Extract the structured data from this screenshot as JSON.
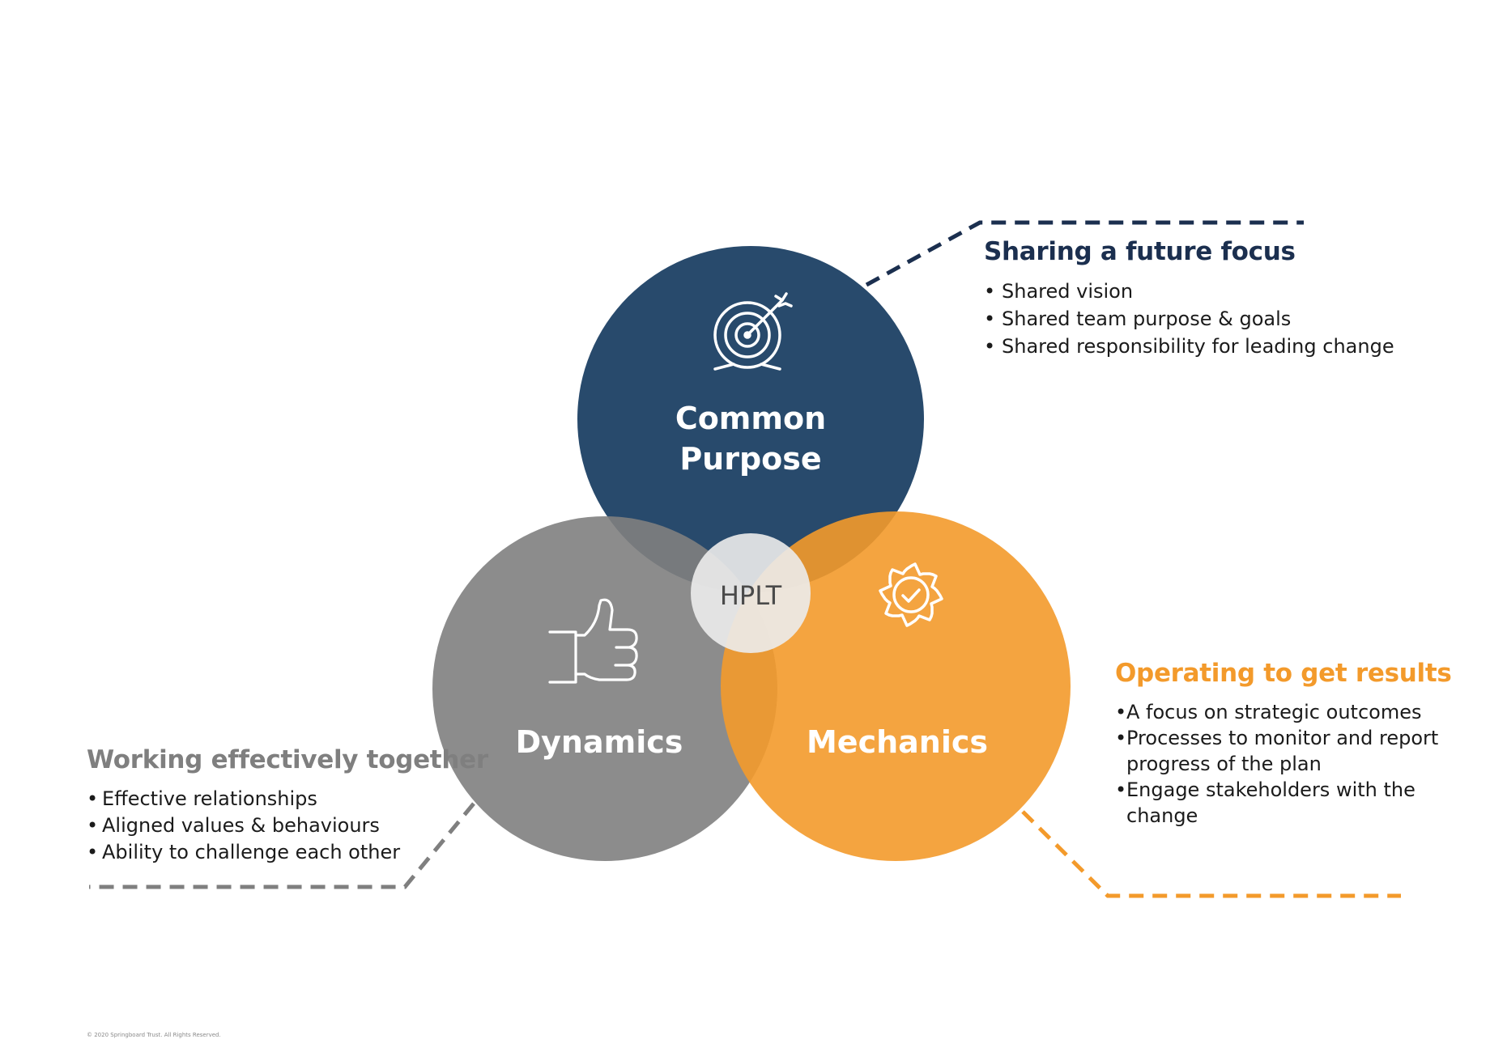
{
  "diagram": {
    "circles": {
      "purpose": {
        "line1": "Common",
        "line2": "Purpose",
        "color": "#1b3f63",
        "icon": "target-icon"
      },
      "dynamics": {
        "label": "Dynamics",
        "color": "#808080",
        "icon": "thumbs-up-icon"
      },
      "mechanics": {
        "label": "Mechanics",
        "color": "#f39a2b",
        "icon": "gear-check-icon"
      }
    },
    "center": {
      "label": "HPLT"
    }
  },
  "callouts": {
    "purpose": {
      "title": "Sharing a future focus",
      "items": [
        "Shared vision",
        "Shared team purpose & goals",
        "Shared responsibility for leading change"
      ],
      "color": "#1b2f4f"
    },
    "dynamics": {
      "title": "Working effectively together",
      "items": [
        "Effective relationships",
        "Aligned values & behaviours",
        "Ability to challenge each other"
      ],
      "color": "#7f7f7f"
    },
    "mechanics": {
      "title": "Operating to get results",
      "items": [
        "A focus on strategic outcomes",
        "Processes to monitor and report progress of the plan",
        "Engage stakeholders with the change"
      ],
      "color": "#f39a2b"
    }
  },
  "footer": {
    "copyright": "© 2020 Springboard Trust. All Rights Reserved."
  }
}
